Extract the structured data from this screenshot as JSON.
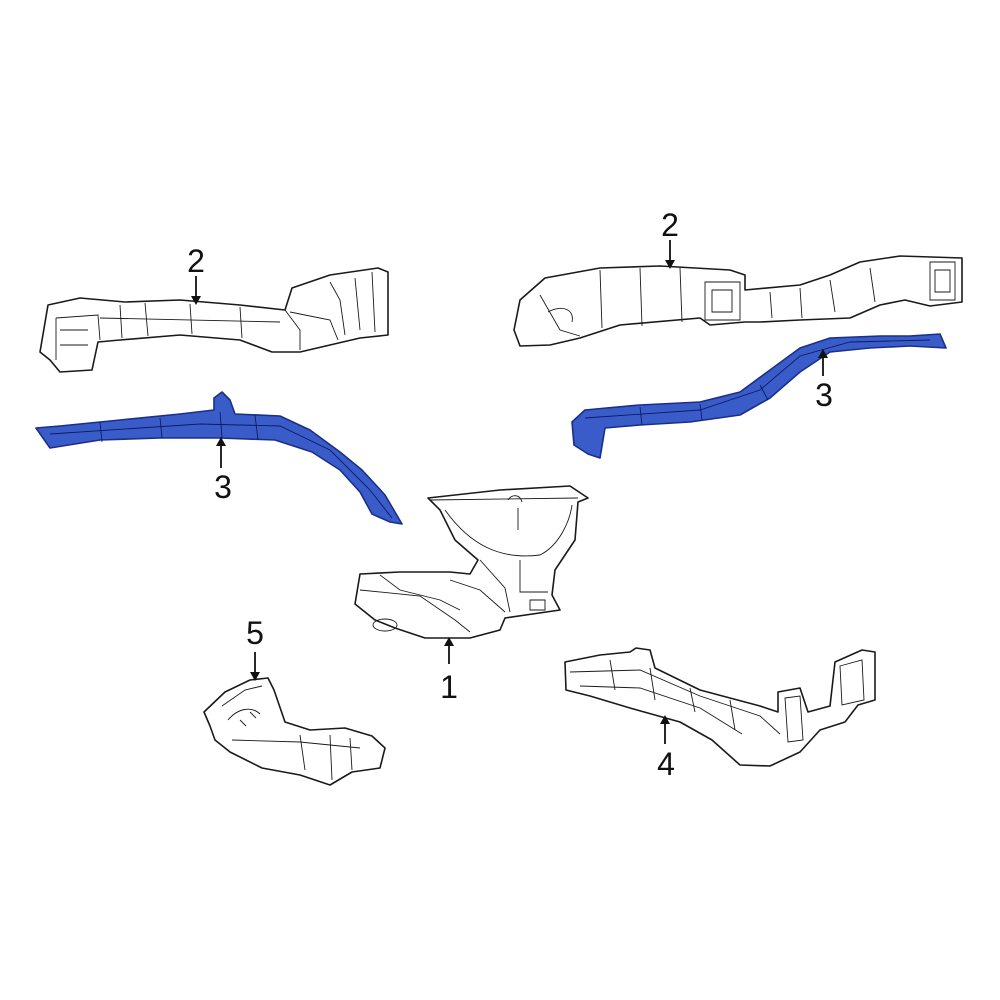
{
  "colors": {
    "highlight_fill": "#3a5cc9",
    "highlight_stroke": "#1b2e8a",
    "line": "#1a1a1a",
    "background": "#ffffff"
  },
  "callouts": [
    {
      "id": "part-1",
      "label": "1"
    },
    {
      "id": "part-2-left",
      "label": "2"
    },
    {
      "id": "part-2-right",
      "label": "2"
    },
    {
      "id": "part-3-left",
      "label": "3"
    },
    {
      "id": "part-3-right",
      "label": "3"
    },
    {
      "id": "part-4",
      "label": "4"
    },
    {
      "id": "part-5",
      "label": "5"
    }
  ]
}
